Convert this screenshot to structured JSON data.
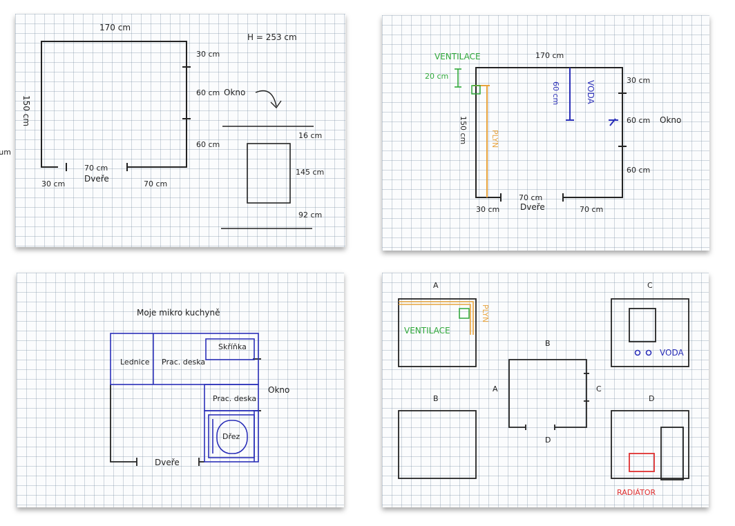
{
  "panel1": {
    "width_top": "170 cm",
    "height_label": "H = 253 cm",
    "left_side": "150 cm",
    "right_seg1": "30 cm",
    "right_seg2": "60 cm",
    "window_label": "Okno",
    "right_seg3": "60 cm",
    "bottom_left": "30 cm",
    "door_width": "70 cm",
    "door_label": "Dveře",
    "bottom_right": "70 cm",
    "window_top": "16 cm",
    "window_height": "145 cm",
    "window_bottom": "92 cm",
    "cut_text": "sum"
  },
  "panel2": {
    "ventilation": "VENTILACE",
    "vent_size": "20 cm",
    "width_top": "170 cm",
    "water": "VODA",
    "water_size": "60 cm",
    "left_side": "150 cm",
    "gas": "PLYN",
    "right_seg1": "30 cm",
    "right_seg2": "60 cm",
    "window_label": "Okno",
    "right_seg3": "60 cm",
    "door_width": "70 cm",
    "door_label": "Dveře",
    "bottom_left": "30 cm",
    "bottom_right": "70 cm"
  },
  "panel3": {
    "title": "Moje mikro kuchyně",
    "fridge": "Lednice",
    "worktop1": "Prac. deska",
    "cabinet": "Skříňka",
    "window_label": "Okno",
    "worktop2": "Prac. deska",
    "sink": "Dřez",
    "door_label": "Dveře"
  },
  "panel4": {
    "wall_a": "A",
    "wall_b": "B",
    "wall_c": "C",
    "wall_d": "D",
    "ventilation": "VENTILACE",
    "gas": "PLYN",
    "water": "VODA",
    "radiator": "RADIÁTOR",
    "plan_a": "A",
    "plan_b": "B",
    "plan_c": "C",
    "plan_d": "D"
  },
  "colors": {
    "ink": "#222222",
    "blue": "#2a2fb8",
    "green": "#2fa83a",
    "orange": "#e8a33c",
    "red": "#e03030",
    "grid": "#8ca0b4"
  }
}
